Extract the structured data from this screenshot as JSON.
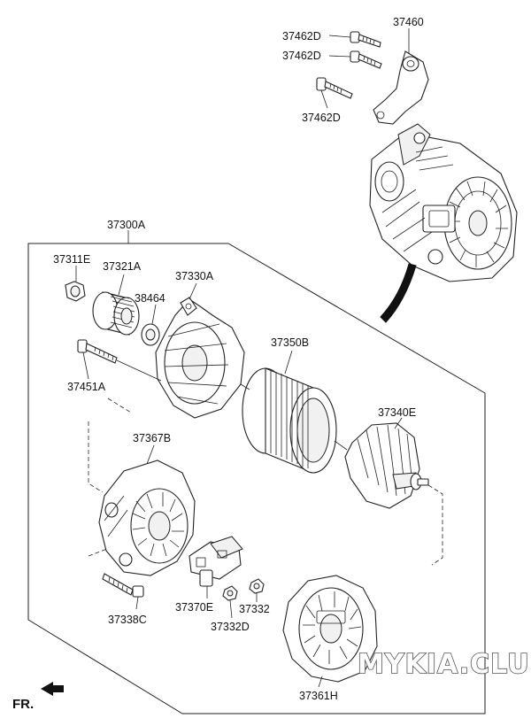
{
  "parts": [
    {
      "id": "bolt_a",
      "label": "37462D"
    },
    {
      "id": "bolt_b",
      "label": "37462D"
    },
    {
      "id": "bolt_c",
      "label": "37462D"
    },
    {
      "id": "bracket",
      "label": "37460"
    },
    {
      "id": "assembly",
      "label": "37300A"
    },
    {
      "id": "nut",
      "label": "37311E"
    },
    {
      "id": "pulley",
      "label": "37321A"
    },
    {
      "id": "spacer",
      "label": "38464"
    },
    {
      "id": "front_bracket",
      "label": "37330A"
    },
    {
      "id": "through_bolt",
      "label": "37451A"
    },
    {
      "id": "stator",
      "label": "37350B"
    },
    {
      "id": "rotor",
      "label": "37340E"
    },
    {
      "id": "rear_bracket",
      "label": "37367B"
    },
    {
      "id": "screw",
      "label": "37338C"
    },
    {
      "id": "regulator",
      "label": "37370E"
    },
    {
      "id": "nut_b",
      "label": "37332"
    },
    {
      "id": "nut_c",
      "label": "37332D"
    },
    {
      "id": "rear_cover",
      "label": "37361H"
    }
  ],
  "direction_label": "FR.",
  "watermark": "MYKIA.CLUB"
}
